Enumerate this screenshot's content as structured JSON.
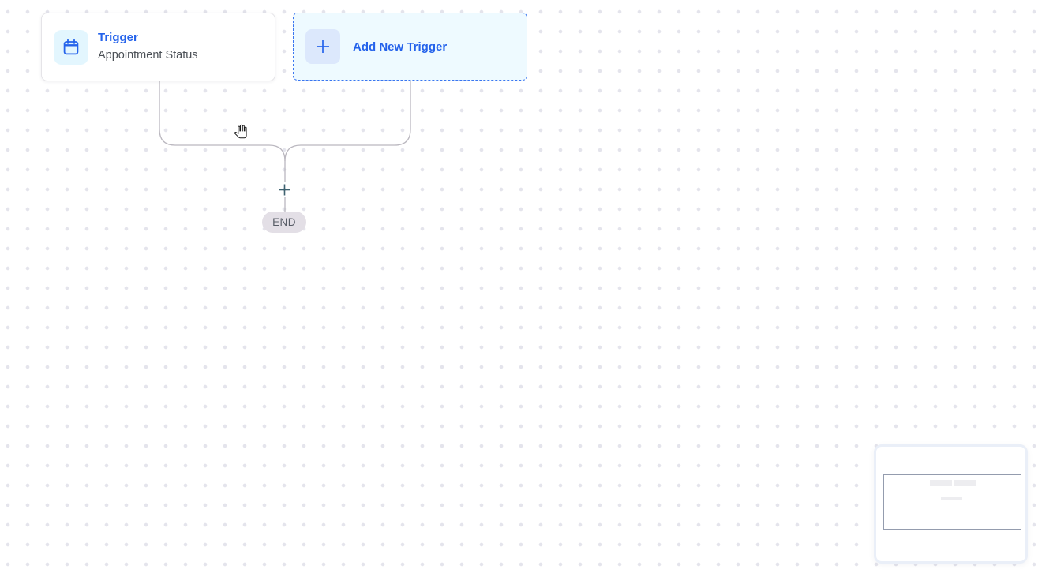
{
  "canvas": {
    "background": "#ffffff",
    "dot_color": "#e4e4ec"
  },
  "nodes": {
    "trigger": {
      "title": "Trigger",
      "subtitle": "Appointment Status",
      "icon": "calendar-icon",
      "accent_color": "#2563eb",
      "icon_chip_color": "#e3f6fe"
    },
    "add_new_trigger": {
      "label": "Add New Trigger",
      "icon": "plus-icon",
      "background": "#eefaff",
      "border_color": "#3b76f0",
      "plus_chip_color": "#dce8fc"
    },
    "end": {
      "label": "END",
      "background": "#e3dfe6",
      "text_color": "#575c66"
    }
  },
  "connectors": {
    "line_color": "#bab7bf",
    "add_action_icon": "plus-icon",
    "add_action_plus_color": "#3e6270"
  },
  "cursor": {
    "type": "hand-grab"
  },
  "minimap": {
    "border_color": "#eaeff8",
    "viewport_border_color": "#949cae",
    "node_placeholder_color": "#ededf0"
  }
}
